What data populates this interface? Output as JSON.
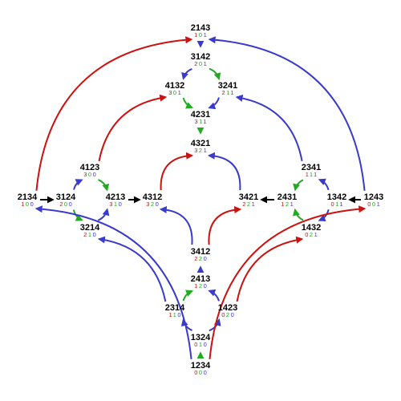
{
  "colors": {
    "blue": "#3a3acc",
    "red": "#cc1111",
    "green": "#22aa22",
    "black": "#000000",
    "digit_red": "#cc1111",
    "digit_green": "#22aa22",
    "digit_blue": "#3a3acc"
  },
  "nodes": [
    {
      "id": "2143",
      "label": "2143",
      "digits": [
        "1",
        "0",
        "1"
      ]
    },
    {
      "id": "3142",
      "label": "3142",
      "digits": [
        "2",
        "0",
        "1"
      ]
    },
    {
      "id": "4132",
      "label": "4132",
      "digits": [
        "3",
        "0",
        "1"
      ]
    },
    {
      "id": "3241",
      "label": "3241",
      "digits": [
        "2",
        "1",
        "1"
      ]
    },
    {
      "id": "4231",
      "label": "4231",
      "digits": [
        "3",
        "1",
        "1"
      ]
    },
    {
      "id": "4321",
      "label": "4321",
      "digits": [
        "3",
        "2",
        "1"
      ]
    },
    {
      "id": "4123",
      "label": "4123",
      "digits": [
        "3",
        "0",
        "0"
      ]
    },
    {
      "id": "2341",
      "label": "2341",
      "digits": [
        "1",
        "1",
        "1"
      ]
    },
    {
      "id": "2134",
      "label": "2134",
      "digits": [
        "1",
        "0",
        "0"
      ]
    },
    {
      "id": "3124",
      "label": "3124",
      "digits": [
        "2",
        "0",
        "0"
      ]
    },
    {
      "id": "4213",
      "label": "4213",
      "digits": [
        "3",
        "1",
        "0"
      ]
    },
    {
      "id": "4312",
      "label": "4312",
      "digits": [
        "3",
        "2",
        "0"
      ]
    },
    {
      "id": "3421",
      "label": "3421",
      "digits": [
        "2",
        "2",
        "1"
      ]
    },
    {
      "id": "2431",
      "label": "2431",
      "digits": [
        "1",
        "2",
        "1"
      ]
    },
    {
      "id": "1342",
      "label": "1342",
      "digits": [
        "0",
        "1",
        "1"
      ]
    },
    {
      "id": "1243",
      "label": "1243",
      "digits": [
        "0",
        "0",
        "1"
      ]
    },
    {
      "id": "3214",
      "label": "3214",
      "digits": [
        "2",
        "1",
        "0"
      ]
    },
    {
      "id": "1432",
      "label": "1432",
      "digits": [
        "0",
        "2",
        "1"
      ]
    },
    {
      "id": "3412",
      "label": "3412",
      "digits": [
        "2",
        "2",
        "0"
      ]
    },
    {
      "id": "2413",
      "label": "2413",
      "digits": [
        "1",
        "2",
        "0"
      ]
    },
    {
      "id": "2314",
      "label": "2314",
      "digits": [
        "1",
        "1",
        "0"
      ]
    },
    {
      "id": "1423",
      "label": "1423",
      "digits": [
        "0",
        "2",
        "0"
      ]
    },
    {
      "id": "1324",
      "label": "1324",
      "digits": [
        "0",
        "1",
        "0"
      ]
    },
    {
      "id": "1234",
      "label": "1234",
      "digits": [
        "0",
        "0",
        "0"
      ]
    }
  ],
  "edges": [
    {
      "from": "1234",
      "to": "1324",
      "color": "green"
    },
    {
      "from": "1324",
      "to": "2314",
      "color": "blue"
    },
    {
      "from": "1324",
      "to": "1423",
      "color": "blue"
    },
    {
      "from": "2314",
      "to": "2413",
      "color": "green"
    },
    {
      "from": "1423",
      "to": "2413",
      "color": "blue"
    },
    {
      "from": "2413",
      "to": "3412",
      "color": "blue"
    },
    {
      "from": "3412",
      "to": "4312",
      "color": "blue"
    },
    {
      "from": "3412",
      "to": "3421",
      "color": "red"
    },
    {
      "from": "4312",
      "to": "4321",
      "color": "red"
    },
    {
      "from": "3421",
      "to": "4321",
      "color": "blue"
    },
    {
      "from": "4231",
      "to": "4321",
      "color": "green"
    },
    {
      "from": "4132",
      "to": "4231",
      "color": "green"
    },
    {
      "from": "3241",
      "to": "4231",
      "color": "blue"
    },
    {
      "from": "3142",
      "to": "4132",
      "color": "blue"
    },
    {
      "from": "3142",
      "to": "3241",
      "color": "green"
    },
    {
      "from": "2143",
      "to": "3142",
      "color": "blue"
    },
    {
      "from": "2134",
      "to": "3124",
      "color": "black"
    },
    {
      "from": "3124",
      "to": "4123",
      "color": "blue"
    },
    {
      "from": "3124",
      "to": "3214",
      "color": "green"
    },
    {
      "from": "4123",
      "to": "4213",
      "color": "green"
    },
    {
      "from": "3214",
      "to": "4213",
      "color": "blue"
    },
    {
      "from": "4213",
      "to": "4312",
      "color": "black"
    },
    {
      "from": "4123",
      "to": "4132",
      "color": "red"
    },
    {
      "from": "2314",
      "to": "3214",
      "color": "blue"
    },
    {
      "from": "1423",
      "to": "1432",
      "color": "red"
    },
    {
      "from": "1243",
      "to": "1342",
      "color": "black"
    },
    {
      "from": "1342",
      "to": "2341",
      "color": "blue"
    },
    {
      "from": "1342",
      "to": "1432",
      "color": "blue"
    },
    {
      "from": "2341",
      "to": "2431",
      "color": "green"
    },
    {
      "from": "1432",
      "to": "2431",
      "color": "green"
    },
    {
      "from": "2431",
      "to": "3421",
      "color": "black"
    },
    {
      "from": "2341",
      "to": "3241",
      "color": "blue"
    },
    {
      "from": "1234",
      "to": "2134",
      "color": "blue"
    },
    {
      "from": "1234",
      "to": "1243",
      "color": "red"
    },
    {
      "from": "2134",
      "to": "2143",
      "color": "red"
    },
    {
      "from": "1243",
      "to": "2143",
      "color": "blue"
    }
  ]
}
